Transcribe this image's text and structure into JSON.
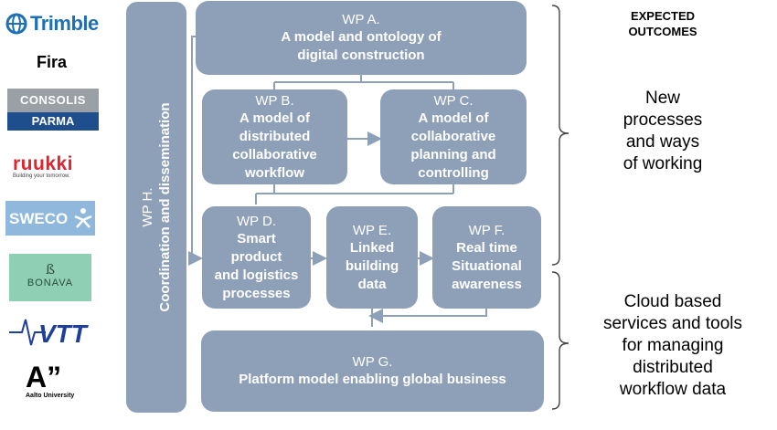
{
  "logos": {
    "trimble": "Trimble",
    "fira": "Fira",
    "consolis_top": "CONSOLIS",
    "consolis_bottom": "PARMA",
    "ruukki": "ruukki",
    "ruukki_tagline": "Building your tomorrow.",
    "sweco": "SWECO",
    "bonava": "BONAVA",
    "vtt": "VTT",
    "aalto_mark": "A”",
    "aalto_name": "Aalto University"
  },
  "packages": {
    "a": {
      "wp": "WP A.",
      "line1": "A model and ontology of",
      "line2": "digital construction"
    },
    "b": {
      "wp": "WP B.",
      "line1": "A model of",
      "line2": "distributed",
      "line3": "collaborative",
      "line4": "workflow"
    },
    "c": {
      "wp": "WP C.",
      "line1": "A model of",
      "line2": "collaborative",
      "line3": "planning and",
      "line4": "controlling"
    },
    "d": {
      "wp": "WP D.",
      "line1": "Smart",
      "line2": "product",
      "line3": "and logistics",
      "line4": "processes"
    },
    "e": {
      "wp": "WP E.",
      "line1": "Linked",
      "line2": "building",
      "line3": "data"
    },
    "f": {
      "wp": "WP F.",
      "line1": "Real time",
      "line2": "Situational",
      "line3": "awareness"
    },
    "g": {
      "wp": "WP G.",
      "line1": "Platform model enabling global business"
    },
    "h": {
      "wp": "WP H.",
      "line1": "Coordination and dissemination"
    }
  },
  "outcomes": {
    "heading_line1": "EXPECTED",
    "heading_line2": "OUTCOMES",
    "first": [
      "New",
      "processes",
      "and ways",
      "of working"
    ],
    "second": [
      "Cloud based",
      "services and tools",
      "for managing",
      "distributed",
      "workflow data"
    ]
  },
  "colors": {
    "box": "#8da0b8",
    "line": "#8da0b8",
    "trimble_blue": "#1f6fb5",
    "ruukki_red": "#e3232d",
    "sweco_blue": "#6fa8d6",
    "bonava_green": "#8fd0b4",
    "vtt_blue": "#1e3f9b",
    "consolis_blue": "#1f4e8c"
  }
}
